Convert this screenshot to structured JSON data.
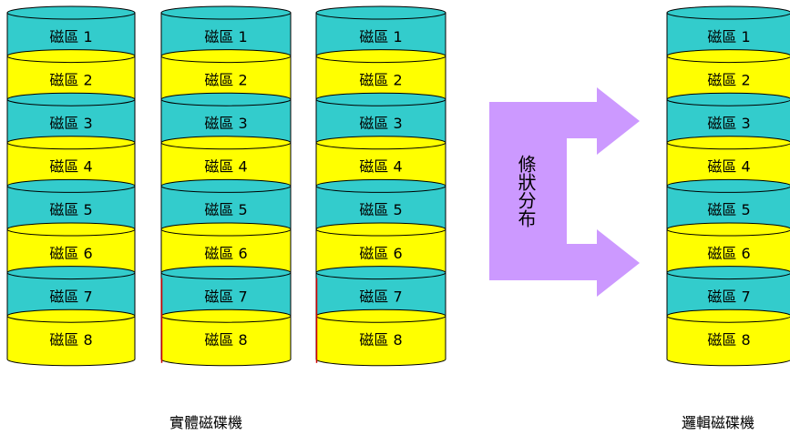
{
  "diagram": {
    "segment_labels": [
      "磁區 1",
      "磁區 2",
      "磁區 3",
      "磁區 4",
      "磁區 5",
      "磁區 6",
      "磁區 7",
      "磁區 8"
    ],
    "arrow_label": "條狀分布",
    "caption_physical": "實體磁碟機",
    "caption_logical": "邏輯磁碟機",
    "physical_disk_count": 3,
    "logical_disk_count": 1
  },
  "colors": {
    "teal": "#33CCCC",
    "yellow": "#FFFF00",
    "arrow": "#CC99FF",
    "outline": "#000000",
    "red_accent": "#CC0000"
  }
}
